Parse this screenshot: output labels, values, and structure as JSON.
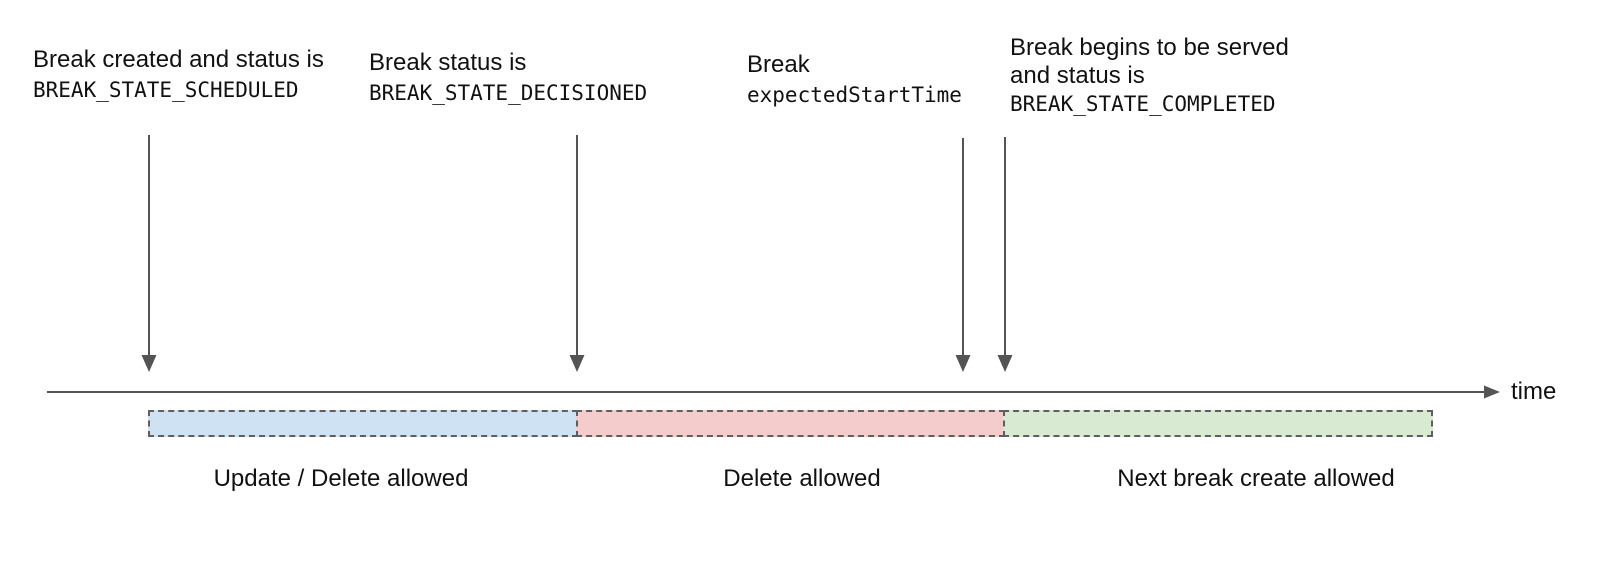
{
  "diagram": {
    "annotations": {
      "scheduled": {
        "line1": "Break created and status is",
        "code": "BREAK_STATE_SCHEDULED"
      },
      "decisioned": {
        "line1": "Break status is",
        "code": "BREAK_STATE_DECISIONED"
      },
      "expected_start": {
        "line1": "Break",
        "code": "expectedStartTime"
      },
      "completed": {
        "line1": "Break begins to be served",
        "line2": "and status is",
        "code": "BREAK_STATE_COMPLETED"
      }
    },
    "axis": {
      "label": "time"
    },
    "segments": [
      {
        "label": "Update / Delete allowed",
        "fill": "#cfe2f3"
      },
      {
        "label": "Delete allowed",
        "fill": "#f4cccc"
      },
      {
        "label": "Next break create allowed",
        "fill": "#d9ead3"
      }
    ],
    "colors": {
      "stroke": "#545454",
      "segment_border": "#5f5f5f",
      "text": "#111111"
    }
  }
}
